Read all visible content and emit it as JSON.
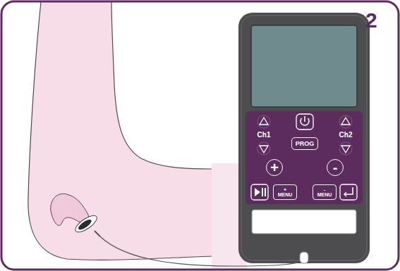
{
  "diagram": {
    "nodes": [
      {
        "text": [
          "PROG"
        ]
      },
      {
        "text": [
          "+"
        ]
      },
      {
        "text": [
          "-"
        ]
      },
      {
        "text": [
          "+",
          "MENU"
        ]
      },
      {
        "text": [
          "-",
          "MENU"
        ]
      }
    ],
    "labels": [
      "2",
      "Ch1",
      "Ch2"
    ]
  }
}
